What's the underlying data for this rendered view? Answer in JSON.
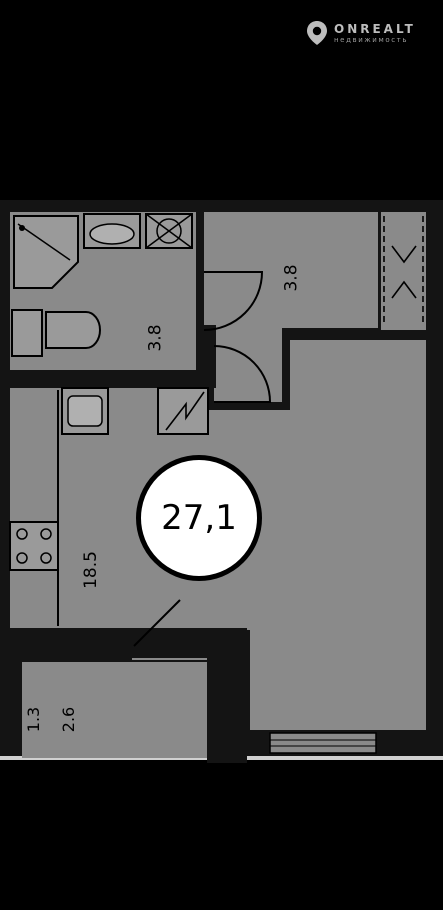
{
  "brand": {
    "name": "ONREALT",
    "tagline": "недвижимость",
    "icon": "location-pin-icon"
  },
  "plan": {
    "total_area": "27,1",
    "rooms": {
      "hall": "3.8",
      "bathroom": "3.8",
      "kitchen_living": "18.5",
      "balcony_a": "2.6",
      "balcony_b": "1.3"
    }
  },
  "colors": {
    "background": "#000000",
    "floor": "#8a8a8a",
    "wall": "#141414"
  }
}
